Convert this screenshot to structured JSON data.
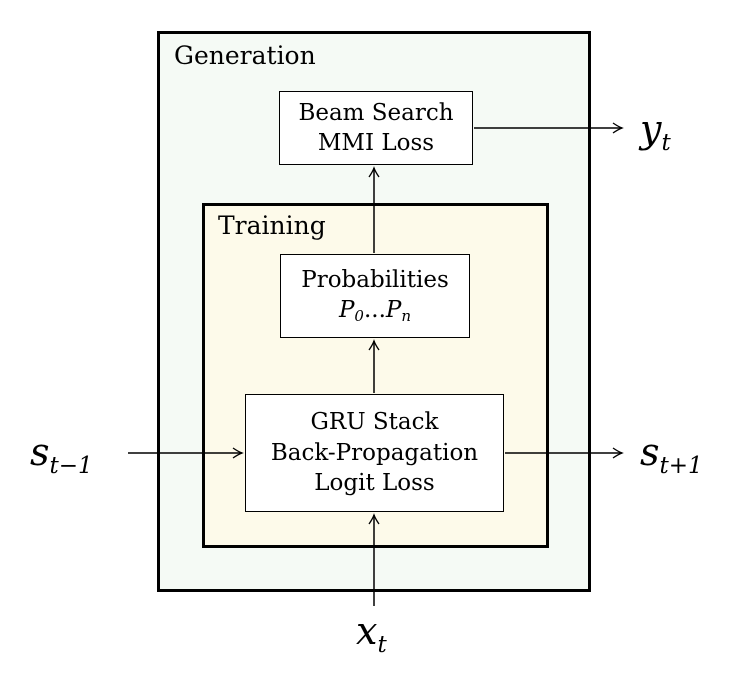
{
  "regions": {
    "generation_label": "Generation",
    "training_label": "Training"
  },
  "boxes": {
    "beam": {
      "line1": "Beam Search",
      "line2": "MMI Loss"
    },
    "probabilities": {
      "line1": "Probabilities",
      "p_first": "P",
      "p_first_sub": "0",
      "ellipsis": "...",
      "p_last": "P",
      "p_last_sub": "n"
    },
    "gru": {
      "line1": "GRU Stack",
      "line2": "Back-Propagation",
      "line3": "Logit Loss"
    }
  },
  "signals": {
    "s_prev": {
      "base": "s",
      "sub": "t−1"
    },
    "s_next": {
      "base": "s",
      "sub": "t+1"
    },
    "y_out": {
      "base": "y",
      "sub": "t"
    },
    "x_in": {
      "base": "x",
      "sub": "t"
    }
  },
  "colors": {
    "generation_fill": "#f5faf5",
    "training_fill": "#fdfaea",
    "stroke": "#000000"
  }
}
